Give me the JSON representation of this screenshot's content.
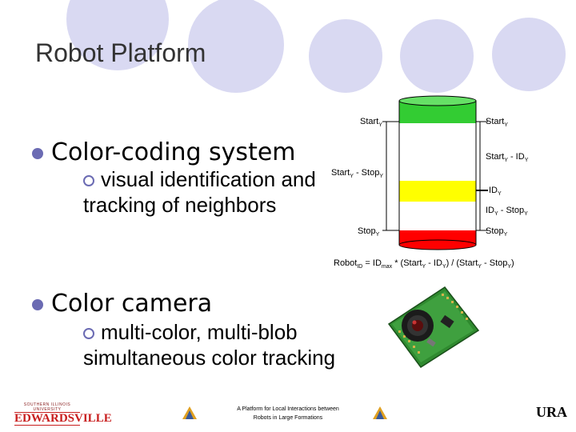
{
  "slide": {
    "title": "Robot Platform",
    "bullets": [
      {
        "text": "Color-coding system",
        "level": 1
      },
      {
        "text": "visual identification and tracking of neighbors",
        "level": 2
      },
      {
        "text": "Color camera",
        "level": 1
      },
      {
        "text": "multi-color, multi-blob simultaneous color tracking",
        "level": 2
      }
    ]
  },
  "diagram": {
    "colors": {
      "green": "#33cc33",
      "yellow": "#ffff00",
      "red": "#ff0000"
    },
    "labels": {
      "start_left": {
        "main": "Start",
        "sub": "Y"
      },
      "start_right": {
        "main": "Start",
        "sub": "Y"
      },
      "start_minus_id": {
        "main1": "Start",
        "sub1": "Y",
        "sep": " - ID",
        "sub2": "Y"
      },
      "start_minus_stop_left": {
        "main1": "Start",
        "sub1": "Y",
        "sep": " - Stop",
        "sub2": "Y"
      },
      "id": {
        "main": "ID",
        "sub": "Y"
      },
      "id_minus_stop": {
        "main1": "ID",
        "sub1": "Y",
        "sep": " - Stop",
        "sub2": "Y"
      },
      "stop_left": {
        "main": "Stop",
        "sub": "Y"
      },
      "stop_right": {
        "main": "Stop",
        "sub": "Y"
      }
    },
    "formula": {
      "p1": "Robot",
      "s1": "ID",
      "p2": " = ID",
      "s2": "max",
      "p3": " * (Start",
      "s3": "Y",
      "p4": " - ID",
      "s4": "Y",
      "p5": ") / (Start",
      "s5": "Y",
      "p6": " - Stop",
      "s6": "Y",
      "p7": ")"
    }
  },
  "footer": {
    "text_line1": "A Platform for Local Interactions between",
    "text_line2": "Robots in Large Formations",
    "logo_left_top": "SOUTHERN ILLINOIS UNIVERSITY",
    "logo_left_main": "EDWARDSVILLE",
    "logo_right": "URA"
  },
  "icons": [
    "decorative-circle",
    "bullet-dot-icon",
    "bullet-ring-icon",
    "camera-board-image",
    "arrow-tick-icon",
    "partner-logo-icon"
  ]
}
